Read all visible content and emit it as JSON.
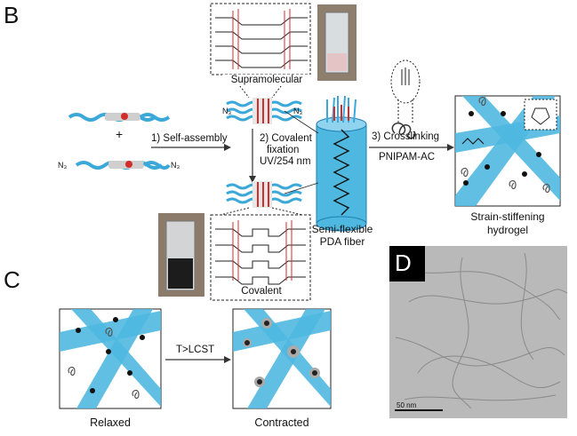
{
  "panels": {
    "B": "B",
    "C": "C",
    "D": "D"
  },
  "labels": {
    "plus": "+",
    "step1": "1) Self-assembly",
    "step2_line1": "2) Covalent",
    "step2_line2": "fixation",
    "step2_line3": "UV/254 nm",
    "step3_line1": "3) Crosslinking",
    "step3_line2": "PNIPAM-AC",
    "supramolecular": "Supramolecular",
    "covalent": "Covalent",
    "fiber_line1": "Semi-flexible",
    "fiber_line2": "PDA fiber",
    "hydrogel_line1": "Strain-stiffening",
    "hydrogel_line2": "hydrogel",
    "arrow_c": "T>LCST",
    "relaxed": "Relaxed",
    "contracted": "Contracted",
    "n3": "N₃",
    "n3_sub": "3",
    "scale_bar": "50 nm"
  },
  "colors": {
    "fiber": "#4fb8e0",
    "fiber_dark": "#1d7fb0",
    "chain": "#3aa8d8",
    "red": "#d42b2b",
    "tem_bg": "#b9b9b9"
  }
}
